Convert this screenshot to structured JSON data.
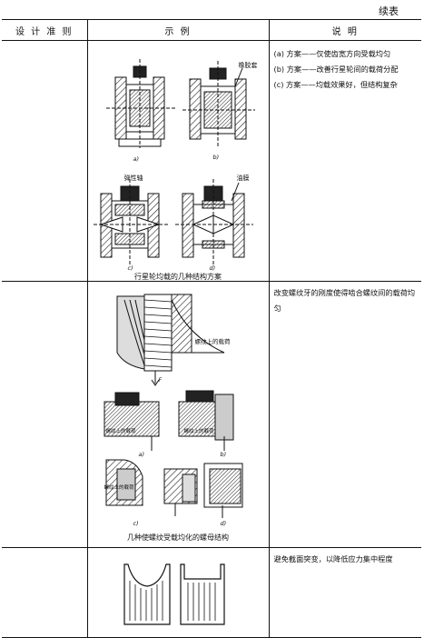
{
  "header_continued": "续表",
  "columns": {
    "criterion": "设 计 准 则",
    "example": "示    例",
    "description": "说    明"
  },
  "rows": [
    {
      "example_labels": [
        "橡胶套",
        "弹性轴",
        "油膜",
        "a)",
        "b)",
        "c)",
        "d)"
      ],
      "caption": "行星轮均载的几种结构方案",
      "description_lines": [
        "(a) 方案——仅使齿宽方向受载均匀",
        "(b) 方案——改善行星轮间的载荷分配",
        "(c) 方案——均载效果好，但结构复杂"
      ]
    },
    {
      "example_labels": [
        "螺纹上的载荷",
        "F",
        "螺纹上的载荷",
        "螺纹上的载荷",
        "螺纹上的载荷",
        "a)",
        "b)",
        "c)",
        "d)"
      ],
      "caption": "几种使螺纹受载均化的螺母结构",
      "description": "改变螺纹牙的刚度使得啮合螺纹间的载荷均匀"
    },
    {
      "description": "避免截面突变，以降低应力集中程度"
    }
  ],
  "icons": [
    "planetary-gear-drawing",
    "nut-thread-drawing",
    "section-drawing"
  ]
}
